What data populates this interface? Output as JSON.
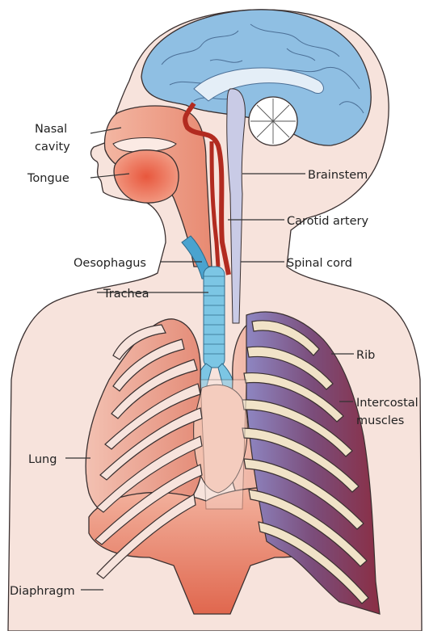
{
  "labels": {
    "nasal_cavity_line1": "Nasal",
    "nasal_cavity_line2": "cavity",
    "tongue": "Tongue",
    "brainstem": "Brainstem",
    "carotid_artery": "Carotid artery",
    "oesophagus": "Oesophagus",
    "spinal_cord": "Spinal cord",
    "trachea": "Trachea",
    "rib": "Rib",
    "intercostal_muscles_line1": "Intercostal",
    "intercostal_muscles_line2": "muscles",
    "lung": "Lung",
    "diaphragm": "Diaphragm"
  },
  "colors": {
    "skin": "#f7e3dc",
    "brain": "#8fbfe3",
    "cerebellum": "#ffffff",
    "airway": "#e88a72",
    "artery": "#c0392b",
    "trachea": "#7cc6e4",
    "lung": "#e9a394",
    "muscle": "#7a3550",
    "intercostal_blue": "#8a8ac0",
    "rib_bone": "#f1e3c8",
    "diaphragm": "#e07a62",
    "spinal": "#c9cbe6"
  }
}
